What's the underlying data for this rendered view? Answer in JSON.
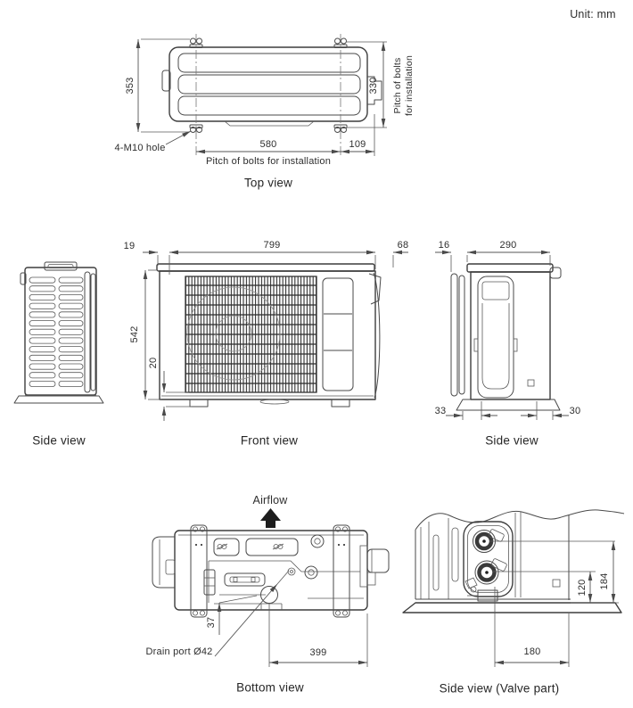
{
  "unit_label": "Unit: mm",
  "top_view": {
    "caption": "Top view",
    "dim_depth": "353",
    "dim_bolt_pitch_side": "330",
    "dim_bolt_pitch_front": "580",
    "dim_right_offset": "109",
    "hole_label": "4-M10 hole",
    "pitch_label": "Pitch of bolts for installation",
    "pitch_label_vertical": "Pitch of bolts\nfor installation"
  },
  "front_view": {
    "caption": "Front view",
    "dim_cap_overhang": "19",
    "dim_width": "799",
    "dim_right_clearance": "68",
    "dim_height": "542",
    "dim_bottom": "20"
  },
  "left_side_view": {
    "caption": "Side view"
  },
  "right_side_view": {
    "caption": "Side view",
    "dim_back_offset": "16",
    "dim_depth": "290",
    "dim_base_front": "33",
    "dim_base_back": "30"
  },
  "bottom_view": {
    "caption": "Bottom view",
    "airflow_label": "Airflow",
    "drain_label": "Drain port Ø42",
    "dim_drain_side": "37",
    "dim_drain_length": "399"
  },
  "valve_view": {
    "caption": "Side view (Valve part)",
    "dim_lower_valve_height": "120",
    "dim_upper_valve_height": "184",
    "dim_valve_offset": "180"
  }
}
